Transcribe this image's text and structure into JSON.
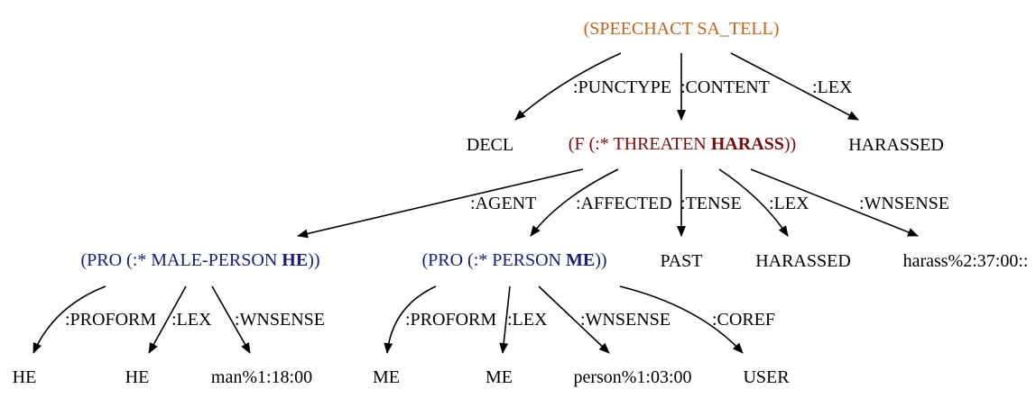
{
  "colors": {
    "speechact": "#c0651d",
    "frame": "#7a0c0c",
    "pro": "#1b1b7a",
    "plain": "#000000"
  },
  "nodes": {
    "speechact": {
      "text": "(SPEECHACT SA_TELL)"
    },
    "decl": {
      "text": "DECL"
    },
    "frame": {
      "prefix": "(F (:* THREATEN ",
      "bold": "HARASS",
      "suffix": "))"
    },
    "harassed_top": {
      "text": "HARASSED"
    },
    "pro_he": {
      "prefix": "(PRO (:* MALE-PERSON ",
      "bold": "HE",
      "suffix": "))"
    },
    "pro_me": {
      "prefix": "(PRO (:* PERSON ",
      "bold": "ME",
      "suffix": "))"
    },
    "past": {
      "text": "PAST"
    },
    "harassed_mid": {
      "text": "HARASSED"
    },
    "wnsense_harass": {
      "text": "harass%2:37:00::"
    },
    "he_proform": {
      "text": "HE"
    },
    "he_lex": {
      "text": "HE"
    },
    "man_sense": {
      "text": "man%1:18:00"
    },
    "me_proform": {
      "text": "ME"
    },
    "me_lex": {
      "text": "ME"
    },
    "person_sense": {
      "text": "person%1:03:00"
    },
    "user": {
      "text": "USER"
    }
  },
  "edges": {
    "punctype": ":PUNCTYPE",
    "content": ":CONTENT",
    "lex_top": ":LEX",
    "agent": ":AGENT",
    "affected": ":AFFECTED",
    "tense": ":TENSE",
    "lex_mid": ":LEX",
    "wnsense_mid": ":WNSENSE",
    "proform_he": ":PROFORM",
    "lex_he": ":LEX",
    "wnsense_he": ":WNSENSE",
    "proform_me": ":PROFORM",
    "lex_me": ":LEX",
    "wnsense_me": ":WNSENSE",
    "coref": ":COREF"
  }
}
